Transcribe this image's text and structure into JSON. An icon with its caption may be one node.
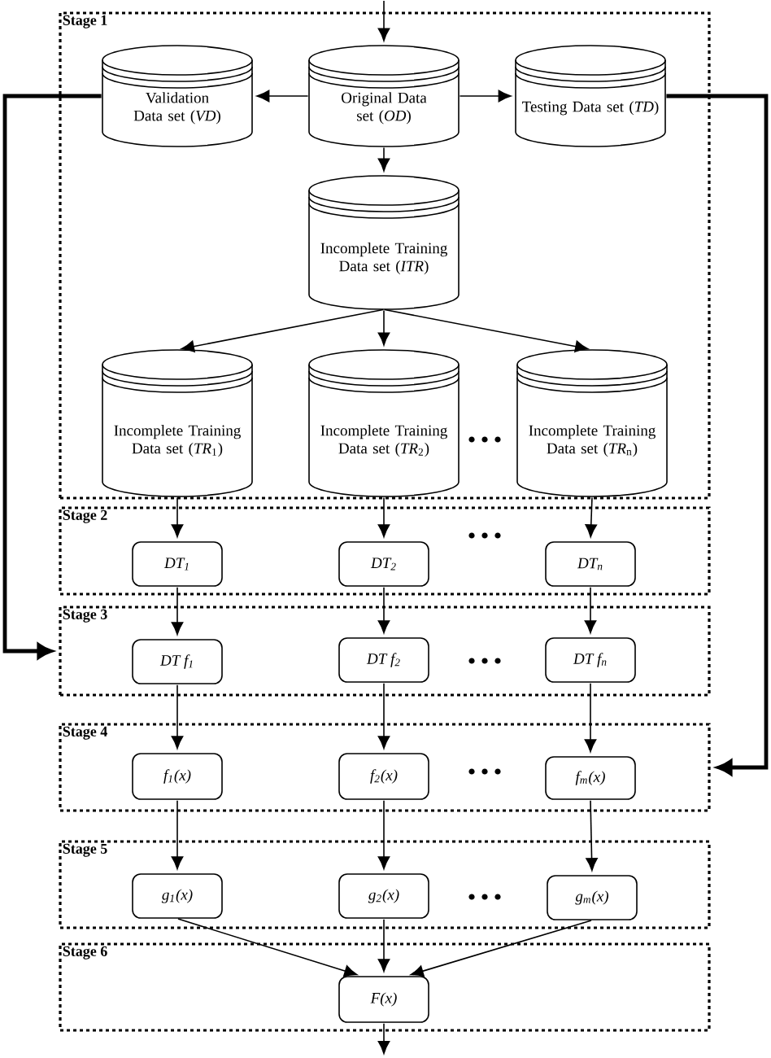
{
  "diagram": {
    "nodes": [
      {
        "text": [
          "Stage 1"
        ]
      },
      {
        "text": [
          "Validation Data set (*VD*)"
        ],
        "in": 0
      },
      {
        "text": [
          "Original Data set (*OD*)"
        ],
        "in": 0
      },
      {
        "text": [
          "Testing Data set (*TD*)"
        ],
        "in": 0
      },
      {
        "text": [
          "Incomplete Training Data set (*ITR*)"
        ],
        "in": 0
      },
      {
        "text": [
          "Incomplete Training Data set (*TR*$_{1}$)"
        ],
        "in": 0
      },
      {
        "text": [
          "Incomplete Training Data set (*TR*$_{2}$)"
        ],
        "in": 0
      },
      {
        "text": [
          "Incomplete Training Data set (*TR*$_{n}$)"
        ],
        "in": 0
      },
      {
        "text": [
          "Stage 2"
        ]
      },
      {
        "text": [
          "DT$_{1}$"
        ],
        "in": 8
      },
      {
        "text": [
          "DT$_{2}$"
        ],
        "in": 8
      },
      {
        "text": [
          "DT$_{n}$"
        ],
        "in": 8
      },
      {
        "text": [
          "Stage 3"
        ]
      },
      {
        "text": [
          "DT f$_{1}$"
        ],
        "in": 12
      },
      {
        "text": [
          "DT f$_{2}$"
        ],
        "in": 12
      },
      {
        "text": [
          "DT f$_{n}$"
        ],
        "in": 12
      },
      {
        "text": [
          "Stage 4"
        ]
      },
      {
        "text": [
          "f$_{1}$(x)"
        ],
        "in": 16
      },
      {
        "text": [
          "f$_{2}$(x)"
        ],
        "in": 16
      },
      {
        "text": [
          "f$_{m}$(x)"
        ],
        "in": 16
      },
      {
        "text": [
          "Stage 5"
        ]
      },
      {
        "text": [
          "g$_{1}$(x)"
        ],
        "in": 20
      },
      {
        "text": [
          "g$_{2}$(x)"
        ],
        "in": 20
      },
      {
        "text": [
          "g$_{m}$(x)"
        ],
        "in": 20
      },
      {
        "text": [
          "Stage 6"
        ]
      },
      {
        "text": [
          "F(x)"
        ],
        "in": 24
      }
    ],
    "edges": [
      {
        "from": null,
        "to": 2,
        "arrow": "to"
      },
      {
        "from": 2,
        "to": 1,
        "arrow": "to"
      },
      {
        "from": 2,
        "to": 3,
        "arrow": "to"
      },
      {
        "from": 2,
        "to": 4,
        "arrow": "to"
      },
      {
        "from": 4,
        "to": 5,
        "arrow": "to"
      },
      {
        "from": 4,
        "to": 6,
        "arrow": "to"
      },
      {
        "from": 4,
        "to": 7,
        "arrow": "to"
      },
      {
        "from": 5,
        "to": 9,
        "arrow": "to"
      },
      {
        "from": 6,
        "to": 10,
        "arrow": "to"
      },
      {
        "from": 7,
        "to": 11,
        "arrow": "to"
      },
      {
        "from": 9,
        "to": 13,
        "arrow": "to"
      },
      {
        "from": 10,
        "to": 14,
        "arrow": "to"
      },
      {
        "from": 11,
        "to": 15,
        "arrow": "to"
      },
      {
        "from": 13,
        "to": 17,
        "arrow": "to"
      },
      {
        "from": 14,
        "to": 18,
        "arrow": "to"
      },
      {
        "from": 15,
        "to": 19,
        "arrow": "to"
      },
      {
        "from": 17,
        "to": 21,
        "arrow": "to"
      },
      {
        "from": 18,
        "to": 22,
        "arrow": "to"
      },
      {
        "from": 19,
        "to": 23,
        "arrow": "to"
      },
      {
        "from": 21,
        "to": 25,
        "arrow": "to"
      },
      {
        "from": 22,
        "to": 25,
        "arrow": "to"
      },
      {
        "from": 23,
        "to": 25,
        "arrow": "to"
      },
      {
        "from": 25,
        "to": null,
        "arrow": "to"
      },
      {
        "from": 1,
        "to": 12,
        "arrow": "to",
        "style": "thick"
      },
      {
        "from": 3,
        "to": 16,
        "arrow": "to",
        "style": "thick"
      }
    ]
  }
}
